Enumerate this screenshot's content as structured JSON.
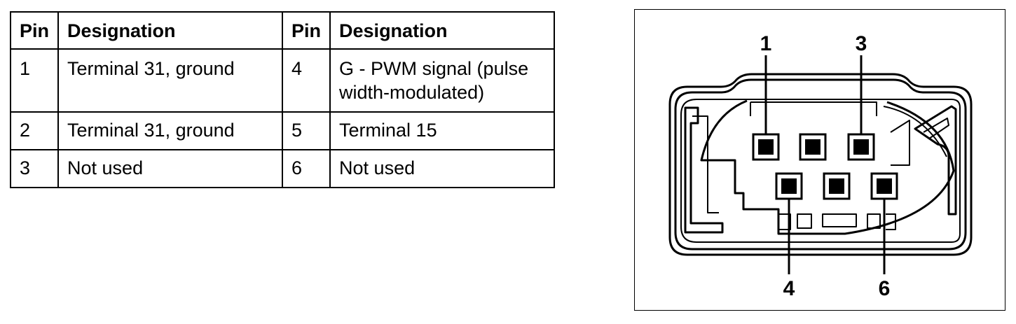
{
  "table": {
    "headers": [
      "Pin",
      "Designation",
      "Pin",
      "Designation"
    ],
    "rows": [
      {
        "pin_a": "1",
        "designation_a": "Terminal 31, ground",
        "pin_b": "4",
        "designation_b": "G - PWM signal (pulse width-modulated)"
      },
      {
        "pin_a": "2",
        "designation_a": "Terminal 31, ground",
        "pin_b": "5",
        "designation_b": "Terminal 15"
      },
      {
        "pin_a": "3",
        "designation_a": "Not used",
        "pin_b": "6",
        "designation_b": "Not used"
      }
    ]
  },
  "connector": {
    "pin_labels": {
      "pin_1": "1",
      "pin_3": "3",
      "pin_4": "4",
      "pin_6": "6"
    }
  }
}
